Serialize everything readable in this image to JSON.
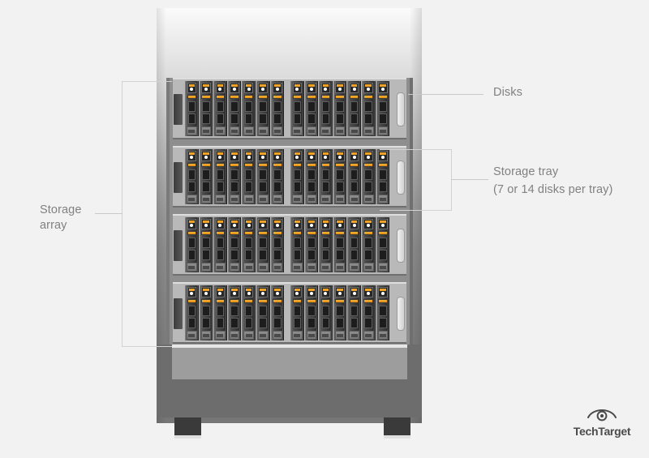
{
  "page": {
    "background_color": "#f2f2f2",
    "diagram_title": "Storage array with disk trays"
  },
  "diagram": {
    "type": "labeled-illustration",
    "subject": "storage array cabinet",
    "cabinet": {
      "tray_count": 4,
      "disks_per_tray": 14,
      "disk_groups_per_tray": 2,
      "disks_per_group": 7,
      "foot_count": 2,
      "colors": {
        "cabinet_top": "#fbfbfb",
        "cabinet_bottom": "#767676",
        "tray_body": "#b9b9b9",
        "bay": "#8e8e8e",
        "disk_body": "#3c3c3c",
        "disk_accent": "#f0a326",
        "foot": "#3a3a3a"
      }
    },
    "callouts": [
      {
        "id": "disks",
        "label": "Disks",
        "label_line2": "",
        "position": "right-top",
        "connector": "line"
      },
      {
        "id": "storage-tray",
        "label": "Storage tray",
        "label_line2": "(7 or 14 disks per tray)",
        "position": "right-middle",
        "connector": "bracket"
      },
      {
        "id": "storage-array",
        "label": "Storage",
        "label_line2": "array",
        "position": "left-middle",
        "connector": "bracket"
      }
    ]
  },
  "labels": {
    "disks": "Disks",
    "storage_tray_line1": "Storage tray",
    "storage_tray_line2": "(7 or 14 disks per tray)",
    "storage_array_line1": "Storage",
    "storage_array_line2": "array"
  },
  "branding": {
    "logo_text": "TechTarget",
    "logo_icon": "eye-icon",
    "logo_color": "#4b4b4b"
  }
}
